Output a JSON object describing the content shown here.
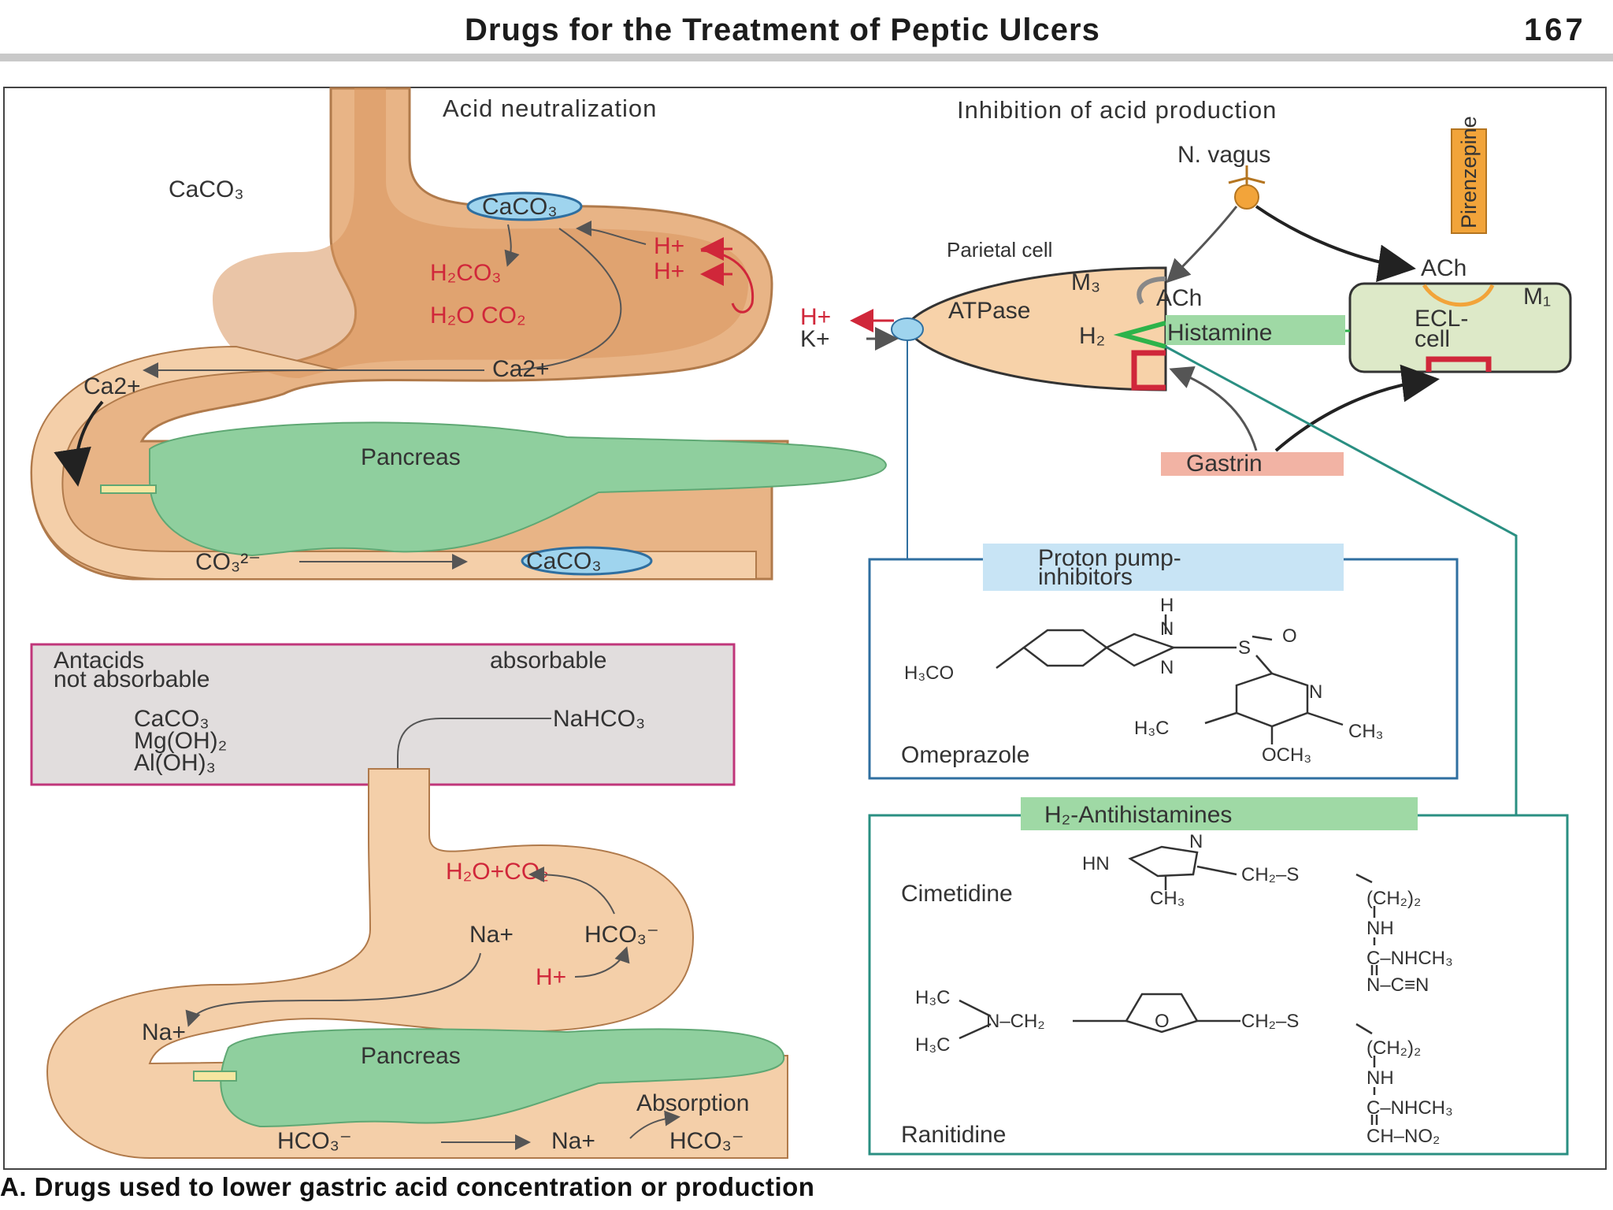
{
  "header": {
    "running_title": "Drugs for the Treatment of Peptic Ulcers",
    "page_number": "167"
  },
  "caption": "A. Drugs used to lower gastric acid concentration or production",
  "neutralization": {
    "title": "Acid neutralization",
    "caco3_label": "CaCO₃",
    "caco3_stomach": "CaCO₃",
    "h_plus_1": "H+",
    "h_plus_2": "H+",
    "h2co3": "H₂CO₃",
    "h2o_co2": "H₂O CO₂",
    "ca2_stomach": "Ca2+",
    "ca2_duodenum": "Ca2+",
    "pancreas": "Pancreas",
    "co3": "CO₃²⁻",
    "caco3_intestine": "CaCO₃"
  },
  "antacids": {
    "not_absorbable_title": "Antacids\nnot absorbable",
    "line1": "Antacids",
    "line2": "not absorbable",
    "absorbable_title": "absorbable",
    "not_absorbable_items": [
      "CaCO₃",
      "Mg(OH)₂",
      "Al(OH)₃"
    ],
    "absorbable_items": [
      "NaHCO₃"
    ]
  },
  "bicarbonate": {
    "h2o_co2": "H₂O+CO₂",
    "na": "Na+",
    "hco3": "HCO₃⁻",
    "h_plus": "H+",
    "na_duodenum": "Na+",
    "pancreas": "Pancreas",
    "absorption": "Absorption",
    "hco3_bottom_1": "HCO₃⁻",
    "na_bottom": "Na+",
    "hco3_bottom_2": "HCO₃⁻"
  },
  "inhibition": {
    "title": "Inhibition of acid production",
    "vagus": "N. vagus",
    "pirenzepine": "Pirenzepine",
    "parietal_cell": "Parietal cell",
    "m3": "M₃",
    "ach_parietal": "ACh",
    "atpase": "ATPase",
    "h2": "H₂",
    "histamine": "Histamine",
    "h_plus": "H+",
    "k_plus": "K+",
    "ach_ecl": "ACh",
    "m1": "M₁",
    "ecl_line1": "ECL-",
    "ecl_line2": "cell",
    "gastrin": "Gastrin"
  },
  "ppi": {
    "title_line1": "Proton pump-",
    "title_line2": "inhibitors",
    "drug": "Omeprazole",
    "atoms": {
      "h": "H",
      "n1": "N",
      "n2": "N",
      "s": "S",
      "o": "O",
      "h3co": "H₃CO",
      "n_pyr": "N",
      "h3c": "H₃C",
      "ch3": "CH₃",
      "och3": "OCH₃"
    }
  },
  "h2_antihistamines": {
    "title": "H₂-Antihistamines",
    "cimetidine": "Cimetidine",
    "ranitidine": "Ranitidine",
    "cim_atoms": {
      "n": "N",
      "hn": "HN",
      "ch3": "CH₃",
      "ch2s": "CH₂–S",
      "ch22": "(CH₂)₂",
      "nh": "NH",
      "c_nhch3": "C–NHCH₃",
      "n_cn": "N–C≡N"
    },
    "ran_atoms": {
      "h3c_top": "H₃C",
      "n": "N–CH₂",
      "h3c_bot": "H₃C",
      "o": "O",
      "ch2s": "CH₂–S",
      "ch22": "(CH₂)₂",
      "nh": "NH",
      "c_nhch3": "C–NHCH₃",
      "ch_no2": "CH–NO₂"
    }
  },
  "colors": {
    "gut_fill": "#e8b486",
    "gut_light": "#f7dcc2",
    "pancreas": "#8fcf9e",
    "ion_blue": "#9fd4ee",
    "accent_red": "#d0273a",
    "teal_line": "#2a8f82"
  }
}
